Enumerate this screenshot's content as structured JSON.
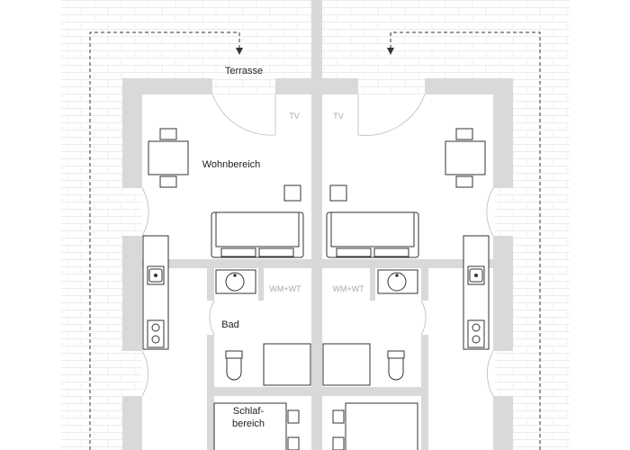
{
  "plan": {
    "labels": {
      "terrace": "Terrasse",
      "living": "Wohnbereich",
      "bath": "Bad",
      "bedroom_line1": "Schlaf-",
      "bedroom_line2": "bereich",
      "tv": "TV",
      "wm_wt": "WM+WT"
    },
    "colors": {
      "wall": "#d9d9d9",
      "brick_line": "#eaeaea",
      "furniture_stroke": "#333333",
      "door_arc": "#bbbbbb",
      "dashed_path": "#333333"
    }
  }
}
